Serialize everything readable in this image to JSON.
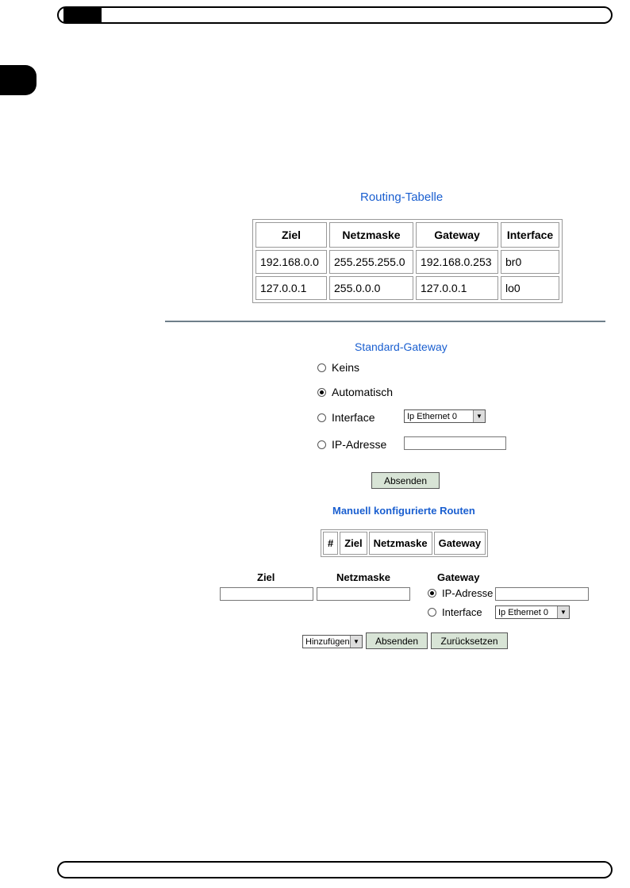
{
  "routing": {
    "title": "Routing-Tabelle",
    "headers": [
      "Ziel",
      "Netzmaske",
      "Gateway",
      "Interface"
    ],
    "rows": [
      [
        "192.168.0.0",
        "255.255.255.0",
        "192.168.0.253",
        "br0"
      ],
      [
        "127.0.0.1",
        "255.0.0.0",
        "127.0.0.1",
        "lo0"
      ]
    ]
  },
  "standard_gateway": {
    "title": "Standard-Gateway",
    "options": {
      "none": "Keins",
      "auto": "Automatisch",
      "interface": "Interface",
      "ip": "IP-Adresse"
    },
    "selected": "auto",
    "interface_select_value": "Ip Ethernet 0",
    "ip_value": "",
    "submit_label": "Absenden"
  },
  "manual_routes": {
    "title": "Manuell konfigurierte Routen",
    "headers": [
      "#",
      "Ziel",
      "Netzmaske",
      "Gateway"
    ],
    "form": {
      "ziel_label": "Ziel",
      "netzmaske_label": "Netzmaske",
      "gateway_label": "Gateway",
      "ziel_value": "",
      "netzmaske_value": "",
      "ip_label": "IP-Adresse",
      "interface_label": "Interface",
      "ip_value": "",
      "interface_select_value": "Ip Ethernet 0",
      "gateway_selected": "ip",
      "action_select_value": "Hinzufügen",
      "submit_label": "Absenden",
      "reset_label": "Zurücksetzen"
    }
  }
}
